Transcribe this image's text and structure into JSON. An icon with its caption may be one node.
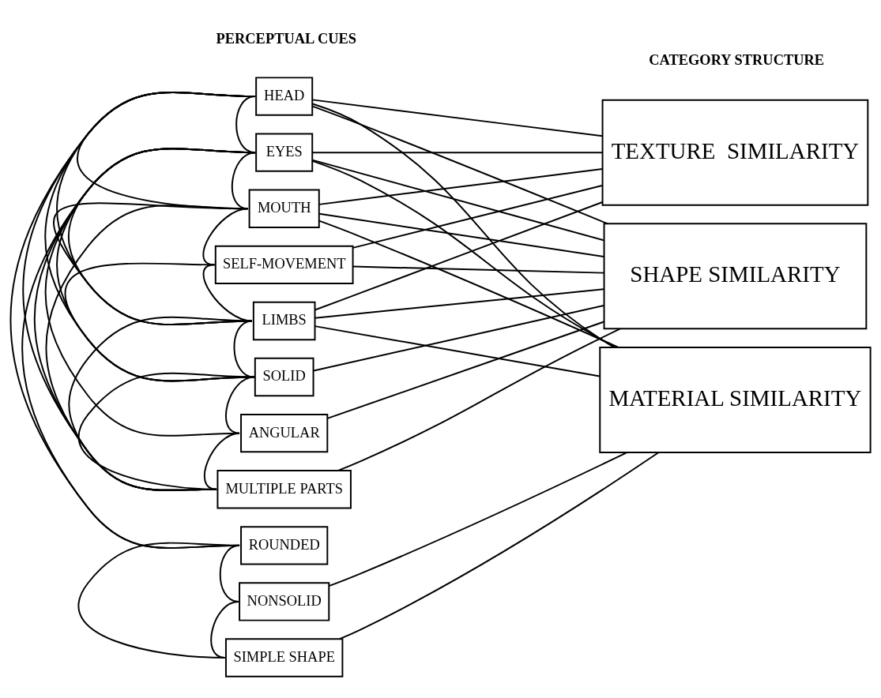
{
  "diagram": {
    "nodes": [
      {
        "text": [
          "HEAD"
        ]
      },
      {
        "text": [
          "EYES"
        ]
      },
      {
        "text": [
          "MOUTH"
        ]
      },
      {
        "text": [
          "SELF-MOVEMENT"
        ]
      },
      {
        "text": [
          "LIMBS"
        ]
      },
      {
        "text": [
          "SOLID"
        ]
      },
      {
        "text": [
          "ANGULAR"
        ]
      },
      {
        "text": [
          "MULTIPLE PARTS"
        ]
      },
      {
        "text": [
          "ROUNDED"
        ]
      },
      {
        "text": [
          "NONSOLID"
        ]
      },
      {
        "text": [
          "SIMPLE SHAPE"
        ]
      },
      {
        "text": [
          "TEXTURE  SIMILARITY"
        ]
      },
      {
        "text": [
          "SHAPE SIMILARITY"
        ]
      },
      {
        "text": [
          "MATERIAL SIMILARITY"
        ]
      }
    ],
    "edges": [
      {
        "from": 0,
        "to": 11,
        "arrow": "none"
      },
      {
        "from": 0,
        "to": 12,
        "arrow": "none"
      },
      {
        "from": 0,
        "to": 13,
        "arrow": "none"
      },
      {
        "from": 1,
        "to": 11,
        "arrow": "none"
      },
      {
        "from": 1,
        "to": 12,
        "arrow": "none"
      },
      {
        "from": 1,
        "to": 13,
        "arrow": "none"
      },
      {
        "from": 2,
        "to": 11,
        "arrow": "none"
      },
      {
        "from": 2,
        "to": 12,
        "arrow": "none"
      },
      {
        "from": 2,
        "to": 13,
        "arrow": "none"
      },
      {
        "from": 3,
        "to": 11,
        "arrow": "none"
      },
      {
        "from": 3,
        "to": 12,
        "arrow": "none"
      },
      {
        "from": 4,
        "to": 11,
        "arrow": "none"
      },
      {
        "from": 4,
        "to": 12,
        "arrow": "none"
      },
      {
        "from": 4,
        "to": 13,
        "arrow": "none"
      },
      {
        "from": 5,
        "to": 12,
        "arrow": "none"
      },
      {
        "from": 6,
        "to": 12,
        "arrow": "none"
      },
      {
        "from": 7,
        "to": 12,
        "arrow": "none"
      },
      {
        "from": 9,
        "to": 13,
        "arrow": "none"
      },
      {
        "from": 10,
        "to": 13,
        "arrow": "none"
      },
      {
        "from": 0,
        "to": 1,
        "arrow": "none"
      },
      {
        "from": 0,
        "to": 2,
        "arrow": "none"
      },
      {
        "from": 0,
        "to": 4,
        "arrow": "none"
      },
      {
        "from": 0,
        "to": 5,
        "arrow": "none"
      },
      {
        "from": 0,
        "to": 7,
        "arrow": "none"
      },
      {
        "from": 0,
        "to": 8,
        "arrow": "none"
      },
      {
        "from": 1,
        "to": 2,
        "arrow": "none"
      },
      {
        "from": 1,
        "to": 4,
        "arrow": "none"
      },
      {
        "from": 1,
        "to": 5,
        "arrow": "none"
      },
      {
        "from": 1,
        "to": 6,
        "arrow": "none"
      },
      {
        "from": 1,
        "to": 7,
        "arrow": "none"
      },
      {
        "from": 1,
        "to": 8,
        "arrow": "none"
      },
      {
        "from": 2,
        "to": 3,
        "arrow": "none"
      },
      {
        "from": 2,
        "to": 4,
        "arrow": "none"
      },
      {
        "from": 2,
        "to": 7,
        "arrow": "none"
      },
      {
        "from": 3,
        "to": 4,
        "arrow": "none"
      },
      {
        "from": 3,
        "to": 5,
        "arrow": "none"
      },
      {
        "from": 4,
        "to": 5,
        "arrow": "none"
      },
      {
        "from": 4,
        "to": 7,
        "arrow": "none"
      },
      {
        "from": 5,
        "to": 6,
        "arrow": "none"
      },
      {
        "from": 5,
        "to": 7,
        "arrow": "none"
      },
      {
        "from": 6,
        "to": 7,
        "arrow": "none"
      },
      {
        "from": 8,
        "to": 9,
        "arrow": "none"
      },
      {
        "from": 8,
        "to": 10,
        "arrow": "none"
      },
      {
        "from": 9,
        "to": 10,
        "arrow": "none"
      }
    ],
    "labels": [
      "PERCEPTUAL CUES",
      "CATEGORY STRUCTURE"
    ]
  }
}
